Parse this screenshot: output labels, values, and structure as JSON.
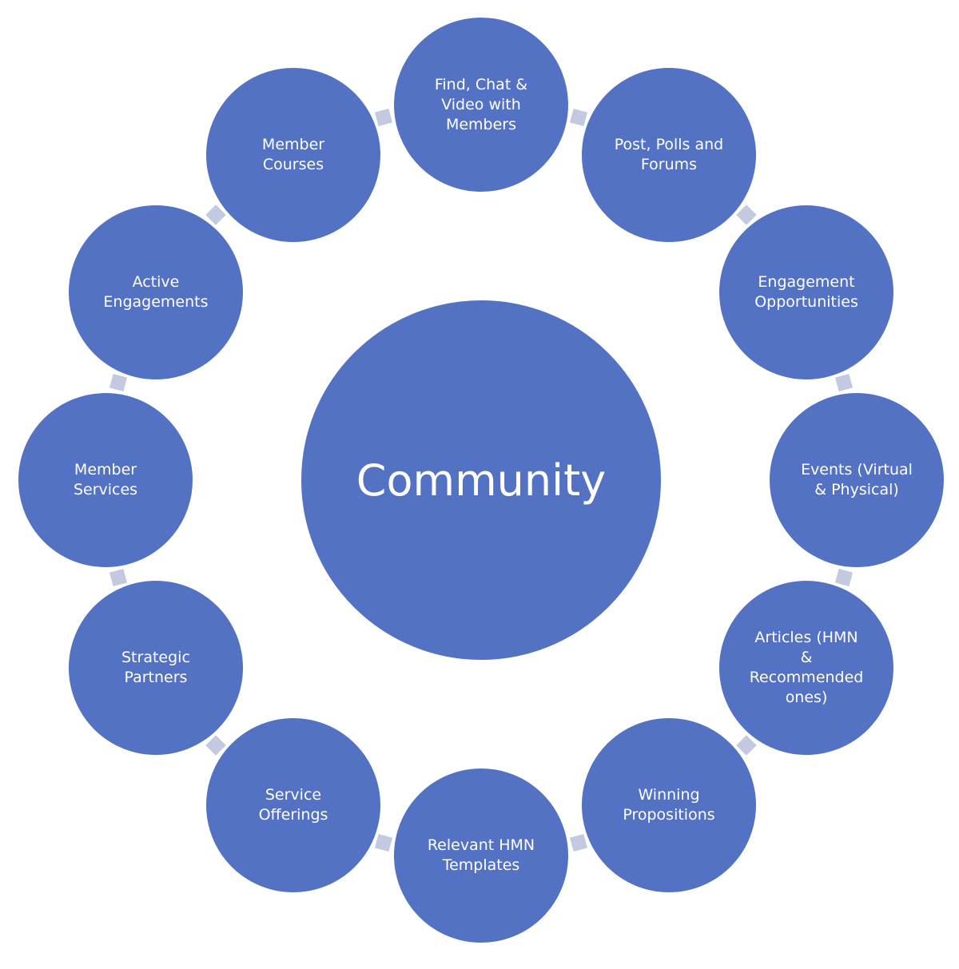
{
  "diagram": {
    "center_label": "Community",
    "colors": {
      "node_fill": "#5472c4",
      "node_text": "#ffffff",
      "connector": "#c3c9e0",
      "background": "#ffffff"
    },
    "nodes": [
      {
        "label": "Find, Chat &\nVideo with\nMembers"
      },
      {
        "label": "Post, Polls and\nForums"
      },
      {
        "label": "Engagement\nOpportunities"
      },
      {
        "label": "Events (Virtual\n& Physical)"
      },
      {
        "label": "Articles (HMN\n&\nRecommended\nones)"
      },
      {
        "label": "Winning\nPropositions"
      },
      {
        "label": "Relevant HMN\nTemplates"
      },
      {
        "label": "Service\nOfferings"
      },
      {
        "label": "Strategic\nPartners"
      },
      {
        "label": "Member\nServices"
      },
      {
        "label": "Active\nEngagements"
      },
      {
        "label": "Member\nCourses"
      }
    ]
  }
}
